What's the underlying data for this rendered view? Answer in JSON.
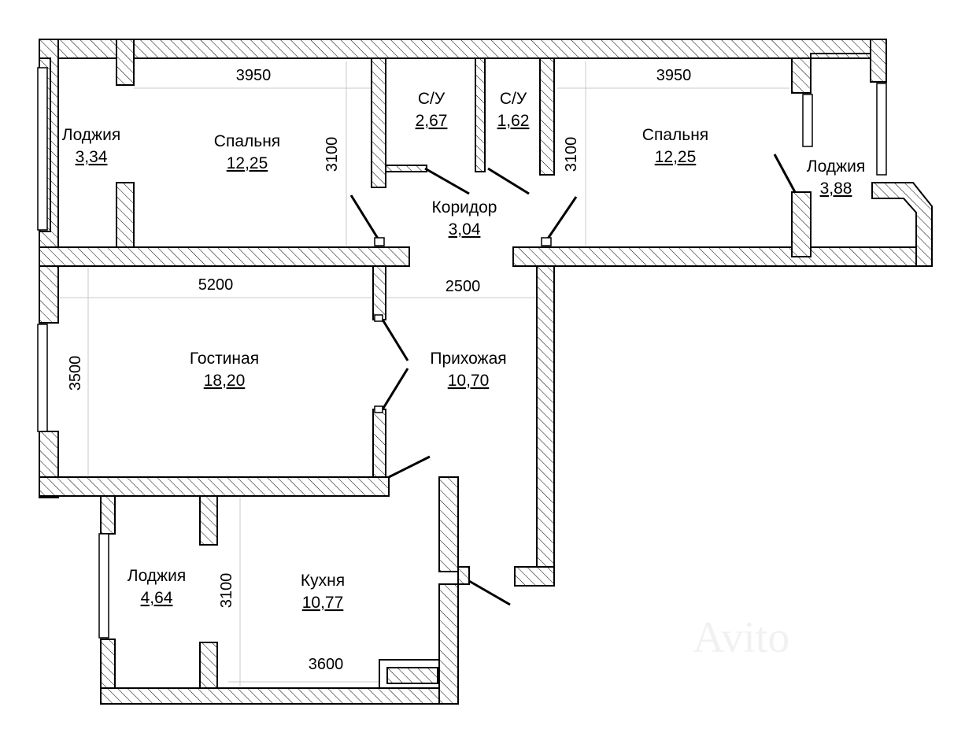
{
  "rooms": {
    "loggia_west": {
      "label": "Лоджия",
      "area": "3,34"
    },
    "bedroom_west": {
      "label": "Спальня",
      "area": "12,25"
    },
    "bath_1": {
      "label": "С/У",
      "area": "2,67"
    },
    "bath_2": {
      "label": "С/У",
      "area": "1,62"
    },
    "bedroom_east": {
      "label": "Спальня",
      "area": "12,25"
    },
    "loggia_east": {
      "label": "Лоджия",
      "area": "3,88"
    },
    "corridor": {
      "label": "Коридор",
      "area": "3,04"
    },
    "living": {
      "label": "Гостиная",
      "area": "18,20"
    },
    "hallway": {
      "label": "Прихожая",
      "area": "10,70"
    },
    "loggia_south": {
      "label": "Лоджия",
      "area": "4,64"
    },
    "kitchen": {
      "label": "Кухня",
      "area": "10,77"
    }
  },
  "dimensions": {
    "bedroom_west_width": "3950",
    "bedroom_west_depth": "3100",
    "bedroom_east_width": "3950",
    "bedroom_east_depth": "3100",
    "living_width": "5200",
    "living_depth": "3500",
    "hallway_width": "2500",
    "kitchen_width": "3600",
    "kitchen_depth": "3100"
  },
  "watermark": "Avito"
}
